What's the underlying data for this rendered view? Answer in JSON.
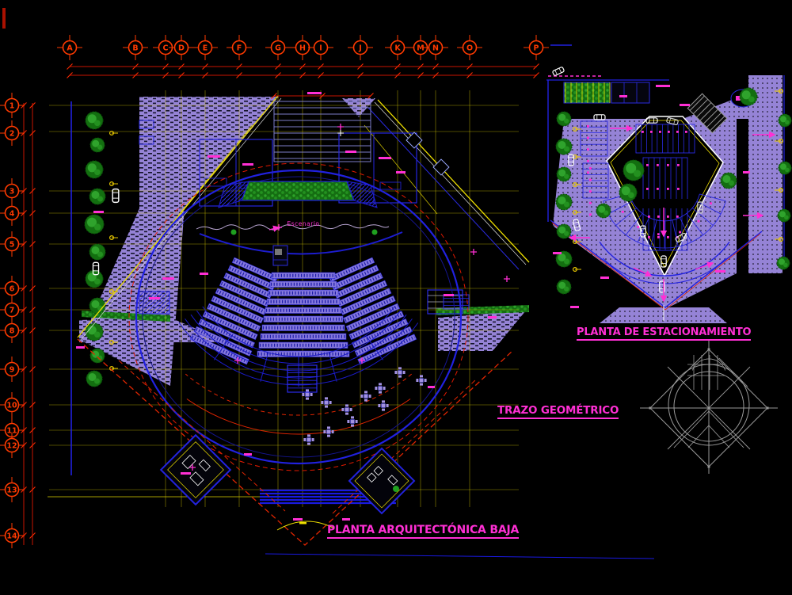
{
  "app": {
    "type": "cad-architectural-drawing",
    "description": "Auditorium ground floor plan with parking plan and geometric trace"
  },
  "titles": {
    "main": "PLANTA ARQUITECTÓNICA BAJA",
    "parking": "PLANTA  DE ESTACIONAMIENTO",
    "geometry": "TRAZO GEOMÉTRICO"
  },
  "labels": {
    "stage": "Escenario"
  },
  "grid": {
    "top": [
      "A",
      "B",
      "C",
      "D",
      "E",
      "F",
      "G",
      "H",
      "I",
      "J",
      "K",
      "M",
      "N",
      "O",
      "P"
    ],
    "left": [
      "1",
      "2",
      "3",
      "4",
      "5",
      "6",
      "7",
      "8",
      "9",
      "10",
      "11",
      "12",
      "13",
      "14"
    ]
  },
  "colors": {
    "background": "#000000",
    "grid_bubble": "#FF3A00",
    "dimension_red": "#C81400",
    "site_boundary_red": "#E02500",
    "grid_line_yellow": "#CFC400",
    "building_yellow": "#EFE000",
    "wall_blue": "#2121DF",
    "light_wall_blue": "#7D7DC8",
    "paving_lavender": "#9583D6",
    "seat_lavender": "#8578DC",
    "tree_green": "#1FA01F",
    "dark_green": "#136F10",
    "label_magenta": "#FF2FD4",
    "white": "#FFFFFF",
    "construction_gray": "#999999",
    "curtain_gray": "#BCA8D6"
  }
}
